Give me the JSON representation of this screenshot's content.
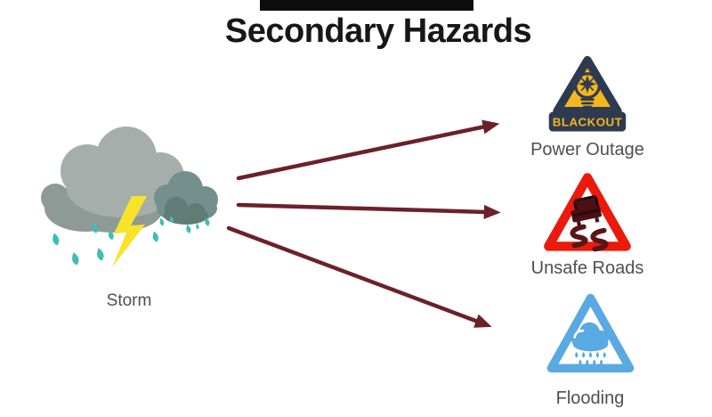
{
  "title": "Secondary Hazards",
  "storm": {
    "label": "Storm",
    "icon": "storm-cloud-lightning-icon"
  },
  "hazards": [
    {
      "label": "Power Outage",
      "sign_text": "BLACKOUT",
      "icon": "blackout-bulb-sign-icon"
    },
    {
      "label": "Unsafe Roads",
      "icon": "slippery-road-sign-icon"
    },
    {
      "label": "Flooding",
      "icon": "flooding-rain-sign-icon"
    }
  ],
  "connections": [
    {
      "from": "Storm",
      "to": "Power Outage"
    },
    {
      "from": "Storm",
      "to": "Unsafe Roads"
    },
    {
      "from": "Storm",
      "to": "Flooding"
    }
  ],
  "colors": {
    "arrow": "#6b2129",
    "sign-yellow": "#f2b71d",
    "sign-navy": "#2e3a50",
    "sign-red": "#ea1a0c",
    "sign-blue": "#59a9e2",
    "car-maroon": "#4a1014",
    "skid-maroon": "#5a1515",
    "cloud-light": "#a5aeab",
    "cloud-shadow": "#8d9a96",
    "cloud-small": "#74908c",
    "cloud-small-dark": "#607c77",
    "lightning": "#f8e22c",
    "rain": "#3fbdb8",
    "label-gray": "#4f4f4f",
    "title-black": "#171717"
  }
}
